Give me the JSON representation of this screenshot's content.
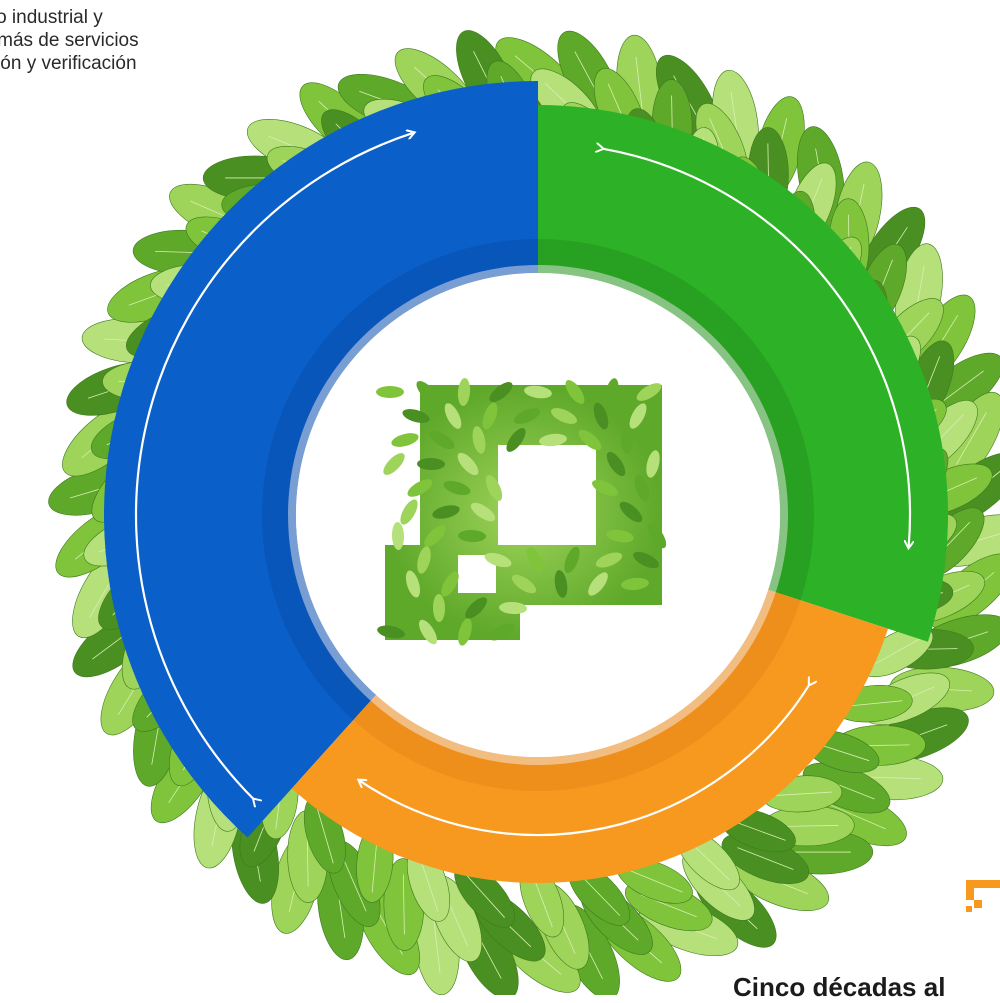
{
  "intro": {
    "lines": [
      "uso industrial y",
      "demás de servicios",
      "ación y verificación"
    ]
  },
  "footer": {
    "heading": "Cinco décadas al"
  },
  "diagram": {
    "segments": [
      {
        "id": "blue",
        "color": "#0a5fc8",
        "shade": "#0a4fae"
      },
      {
        "id": "green",
        "color": "#2db126",
        "shade": "#24941f"
      },
      {
        "id": "orange",
        "color": "#f7991f",
        "shade": "#e8861a"
      }
    ],
    "leaf_colors": [
      "#7fc43a",
      "#5ea82a",
      "#9fd45a",
      "#4a8f22",
      "#b6e07a"
    ],
    "brand_color": "#f7991f"
  }
}
